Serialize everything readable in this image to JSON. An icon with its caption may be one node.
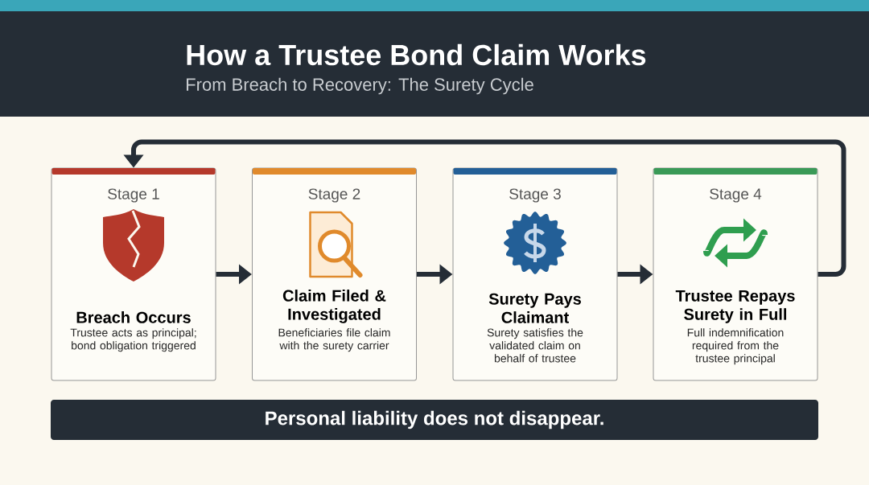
{
  "diagram": {
    "title": "How a Trustee Bond Claim Works",
    "nodes": [
      {
        "text": [
          "Stage 1",
          "Breach Occurs",
          "Trustee acts as principal; bond obligation triggered"
        ]
      },
      {
        "text": [
          "Stage 2",
          "Claim Filed & Investigated",
          "Beneficiaries file claim with the surety carrier"
        ]
      },
      {
        "text": [
          "Stage 3",
          "Surety Pays Claimant",
          "Surety satisfies the validated claim on behalf of trustee"
        ]
      },
      {
        "text": [
          "Stage 4",
          "Trustee Repays Surety in Full",
          "Full indemnification required from the trustee principal"
        ]
      },
      {
        "text": [
          "Personal liability does not disappear."
        ]
      }
    ],
    "edges": [
      {
        "from": 0,
        "to": 1,
        "arrow": "to"
      },
      {
        "from": 1,
        "to": 2,
        "arrow": "to"
      },
      {
        "from": 2,
        "to": 3,
        "arrow": "to"
      },
      {
        "from": 3,
        "to": 0,
        "arrow": "to"
      }
    ],
    "labels": [
      "From Breach to Recovery: The Surety Cycle"
    ]
  }
}
